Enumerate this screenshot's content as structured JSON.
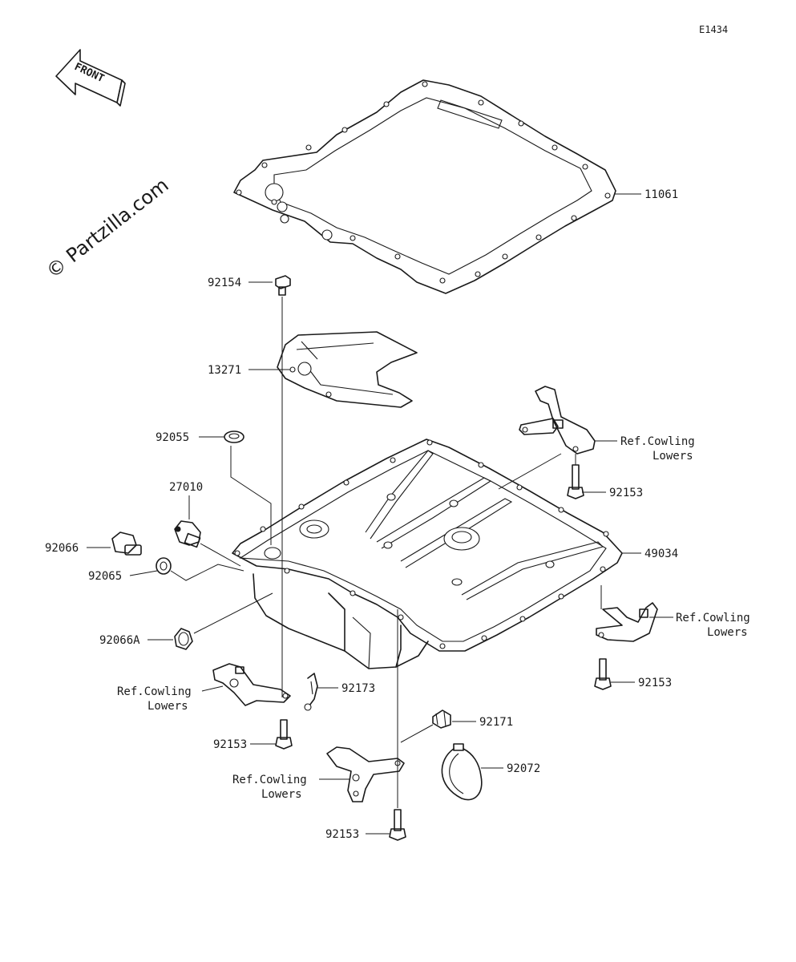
{
  "diagram_code": "E1434",
  "watermark": "© Partzilla.com",
  "front_label": "FRONT",
  "labels": {
    "p11061": "11061",
    "p92154": "92154",
    "p13271": "13271",
    "p92055": "92055",
    "p27010": "27010",
    "p92066": "92066",
    "p92065": "92065",
    "p92066A": "92066A",
    "p49034": "49034",
    "p92153_a": "92153",
    "p92153_b": "92153",
    "p92153_c": "92153",
    "p92153_d": "92153",
    "p92173": "92173",
    "p92171": "92171",
    "p92072": "92072",
    "ref_cowling_1": [
      "Ref.Cowling",
      "Lowers"
    ],
    "ref_cowling_2": [
      "Ref.Cowling",
      "Lowers"
    ],
    "ref_cowling_3": [
      "Ref.Cowling",
      "Lowers"
    ],
    "ref_cowling_4": [
      "Ref.Cowling",
      "Lowers"
    ]
  }
}
